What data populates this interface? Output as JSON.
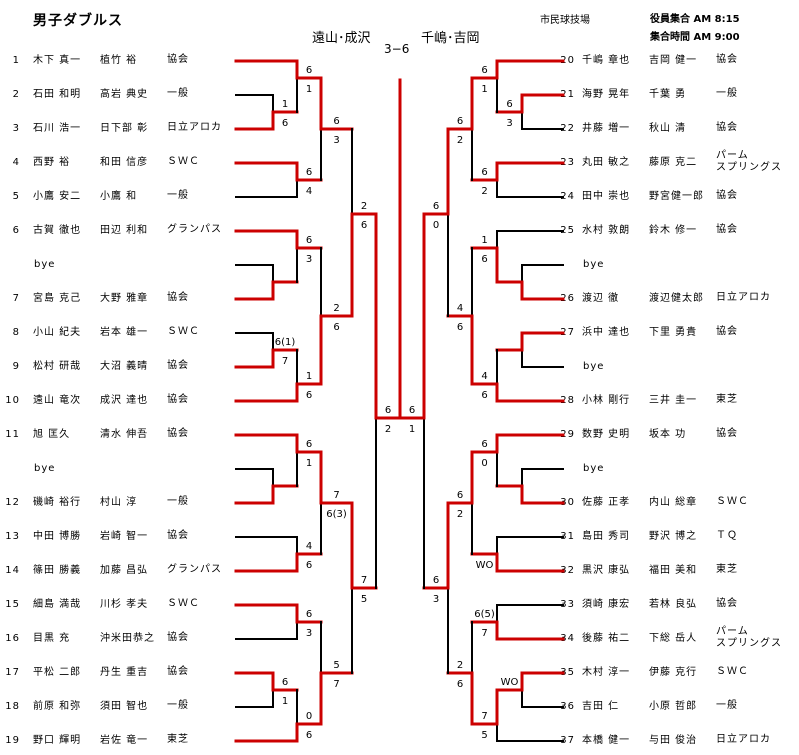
{
  "header": {
    "title": "男子ダブルス",
    "venue": "市民球技場",
    "staff_time": "役員集合 AM 8:15",
    "meet_time": "集合時間 AM 9:00"
  },
  "final": {
    "left_pair": "遠山･成沢",
    "right_pair": "千嶋･吉岡",
    "score": "3−6"
  },
  "colors": {
    "winner_line": "#cc0000",
    "line": "#000000"
  },
  "left_entries": [
    {
      "no": "1",
      "name1": "木下 真一",
      "name2": "植竹 裕",
      "team": "協会"
    },
    {
      "no": "2",
      "name1": "石田 和明",
      "name2": "高岩 典史",
      "team": "一般"
    },
    {
      "no": "3",
      "name1": "石川 浩一",
      "name2": "日下部 彰",
      "team": "日立アロカ"
    },
    {
      "no": "4",
      "name1": "西野 裕",
      "name2": "和田 信彦",
      "team": "ＳＷＣ"
    },
    {
      "no": "5",
      "name1": "小鷹 安二",
      "name2": "小鷹 和",
      "team": "一般"
    },
    {
      "no": "6",
      "name1": "古賀 徹也",
      "name2": "田辺 利和",
      "team": "グランパス"
    },
    {
      "no": "",
      "name1": "bye",
      "name2": "",
      "team": ""
    },
    {
      "no": "7",
      "name1": "宮島 克己",
      "name2": "大野 雅章",
      "team": "協会"
    },
    {
      "no": "8",
      "name1": "小山 紀夫",
      "name2": "岩本 雄一",
      "team": "ＳＷＣ"
    },
    {
      "no": "9",
      "name1": "松村 研哉",
      "name2": "大沼 義晴",
      "team": "協会"
    },
    {
      "no": "10",
      "name1": "遠山 竜次",
      "name2": "成沢 達也",
      "team": "協会"
    },
    {
      "no": "11",
      "name1": "旭 匡久",
      "name2": "清水 伸吾",
      "team": "協会"
    },
    {
      "no": "",
      "name1": "bye",
      "name2": "",
      "team": ""
    },
    {
      "no": "12",
      "name1": "磯崎 裕行",
      "name2": "村山 淳",
      "team": "一般"
    },
    {
      "no": "13",
      "name1": "中田 博勝",
      "name2": "岩崎 智一",
      "team": "協会"
    },
    {
      "no": "14",
      "name1": "篠田 勝義",
      "name2": "加藤 昌弘",
      "team": "グランパス"
    },
    {
      "no": "15",
      "name1": "細島 満哉",
      "name2": "川杉 孝夫",
      "team": "ＳＷＣ"
    },
    {
      "no": "16",
      "name1": "目黒 充",
      "name2": "沖米田恭之",
      "team": "協会"
    },
    {
      "no": "17",
      "name1": "平松 二郎",
      "name2": "丹生 重吉",
      "team": "協会"
    },
    {
      "no": "18",
      "name1": "前原 和弥",
      "name2": "須田 智也",
      "team": "一般"
    },
    {
      "no": "19",
      "name1": "野口 輝明",
      "name2": "岩佐 竜一",
      "team": "東芝"
    }
  ],
  "right_entries": [
    {
      "no": "20",
      "name1": "千嶋 章也",
      "name2": "吉岡 健一",
      "team": "協会"
    },
    {
      "no": "21",
      "name1": "海野 晃年",
      "name2": "千葉 勇",
      "team": "一般"
    },
    {
      "no": "22",
      "name1": "井藤 増一",
      "name2": "秋山 清",
      "team": "協会"
    },
    {
      "no": "23",
      "name1": "丸田 敏之",
      "name2": "藤原 克二",
      "team": "パーム\nスプリングス"
    },
    {
      "no": "24",
      "name1": "田中 崇也",
      "name2": "野宮健一郎",
      "team": "協会"
    },
    {
      "no": "25",
      "name1": "水村 敦朗",
      "name2": "鈴木 修一",
      "team": "協会"
    },
    {
      "no": "",
      "name1": "bye",
      "name2": "",
      "team": ""
    },
    {
      "no": "26",
      "name1": "渡辺 徹",
      "name2": "渡辺健太郎",
      "team": "日立アロカ"
    },
    {
      "no": "27",
      "name1": "浜中 達也",
      "name2": "下里 勇貴",
      "team": "協会"
    },
    {
      "no": "",
      "name1": "bye",
      "name2": "",
      "team": ""
    },
    {
      "no": "28",
      "name1": "小林 剛行",
      "name2": "三井 圭一",
      "team": "東芝"
    },
    {
      "no": "29",
      "name1": "数野 史明",
      "name2": "坂本 功",
      "team": "協会"
    },
    {
      "no": "",
      "name1": "bye",
      "name2": "",
      "team": ""
    },
    {
      "no": "30",
      "name1": "佐藤 正孝",
      "name2": "内山 総章",
      "team": "ＳＷＣ"
    },
    {
      "no": "31",
      "name1": "島田 秀司",
      "name2": "野沢 博之",
      "team": "ＴＱ"
    },
    {
      "no": "32",
      "name1": "黒沢 康弘",
      "name2": "福田 美和",
      "team": "東芝"
    },
    {
      "no": "33",
      "name1": "須崎 康宏",
      "name2": "若林 良弘",
      "team": "協会"
    },
    {
      "no": "34",
      "name1": "後藤 祐二",
      "name2": "下総 岳人",
      "team": "パーム\nスプリングス"
    },
    {
      "no": "35",
      "name1": "木村 淳一",
      "name2": "伊藤 克行",
      "team": "ＳＷＣ"
    },
    {
      "no": "36",
      "name1": "吉田 仁",
      "name2": "小原 哲郎",
      "team": "一般"
    },
    {
      "no": "37",
      "name1": "本橋 健一",
      "name2": "与田 俊治",
      "team": "日立アロカ"
    }
  ],
  "scores": {
    "L1": [
      "1",
      "6"
    ],
    "L2": [
      "6",
      "1"
    ],
    "L3": [
      "6",
      "4"
    ],
    "L4": [
      "6",
      "3"
    ],
    "L6": [
      "6",
      "3"
    ],
    "L7": [
      "6(1)",
      "7"
    ],
    "L8": [
      "1",
      "6"
    ],
    "L9": [
      "2",
      "6"
    ],
    "L10": [
      "2",
      "6"
    ],
    "L12": [
      "6",
      "1"
    ],
    "L13": [
      "4",
      "6"
    ],
    "L14": [
      "7",
      "6(3)"
    ],
    "L15": [
      "6",
      "3"
    ],
    "L16": [
      "6",
      "1"
    ],
    "L17": [
      "0",
      "6"
    ],
    "L18": [
      "5",
      "7"
    ],
    "L19": [
      "7",
      "5"
    ],
    "L20": [
      "6",
      "2"
    ],
    "R1": [
      "6",
      "3"
    ],
    "R2": [
      "6",
      "1"
    ],
    "R3": [
      "6",
      "2"
    ],
    "R4": [
      "6",
      "2"
    ],
    "R6": [
      "1",
      "6"
    ],
    "R8": [
      "4",
      "6"
    ],
    "R9": [
      "4",
      "6"
    ],
    "R10": [
      "6",
      "0"
    ],
    "R12": [
      "6",
      "0"
    ],
    "R13": [
      "",
      "WO"
    ],
    "R14": [
      "6",
      "2"
    ],
    "R15": [
      "6(5)",
      "7"
    ],
    "R16": [
      "WO",
      ""
    ],
    "R17": [
      "7",
      "5"
    ],
    "R18": [
      "2",
      "6"
    ],
    "R19": [
      "6",
      "3"
    ],
    "R20": [
      "6",
      "1"
    ]
  }
}
